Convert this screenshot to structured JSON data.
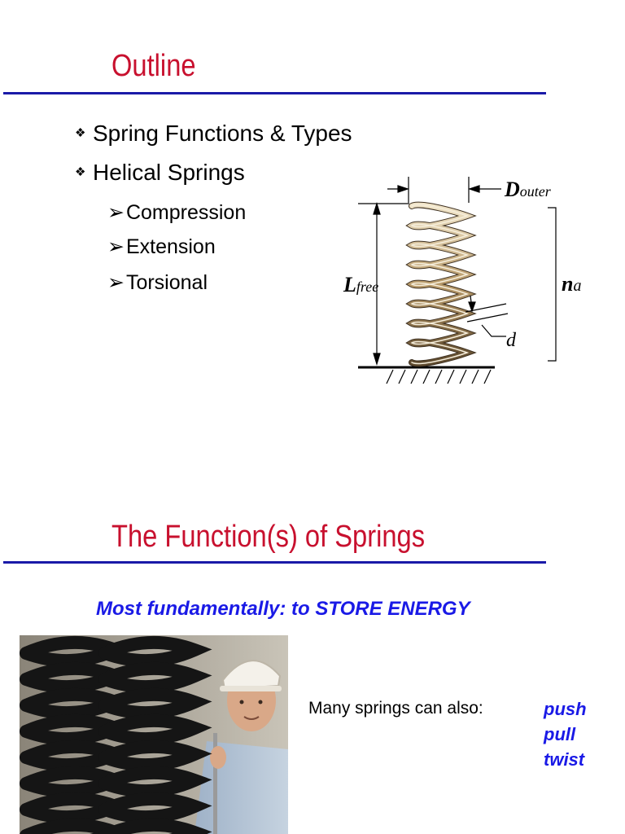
{
  "slide1": {
    "title": "Outline",
    "bullets": [
      "Spring Functions & Types",
      "Helical Springs"
    ],
    "sub_bullets": [
      "Compression",
      "Extension",
      "Torsional"
    ],
    "diagram": {
      "labels": {
        "outer_diameter_main": "D",
        "outer_diameter_sub": "outer",
        "free_length_main": "L",
        "free_length_sub": "free",
        "active_coils_main": "n",
        "active_coils_sub": "a",
        "wire": "d"
      }
    }
  },
  "slide2": {
    "title": "The Function(s) of Springs",
    "subtitle": "Most fundamentally: to STORE ENERGY",
    "also_text": "Many springs can also:",
    "verbs": [
      "push",
      "pull",
      "twist"
    ]
  },
  "symbols": {
    "diamond": "❖",
    "arrow": "➢"
  },
  "colors": {
    "title": "#c8102e",
    "rule": "#1a1aa8",
    "accent": "#1a1ae6"
  }
}
